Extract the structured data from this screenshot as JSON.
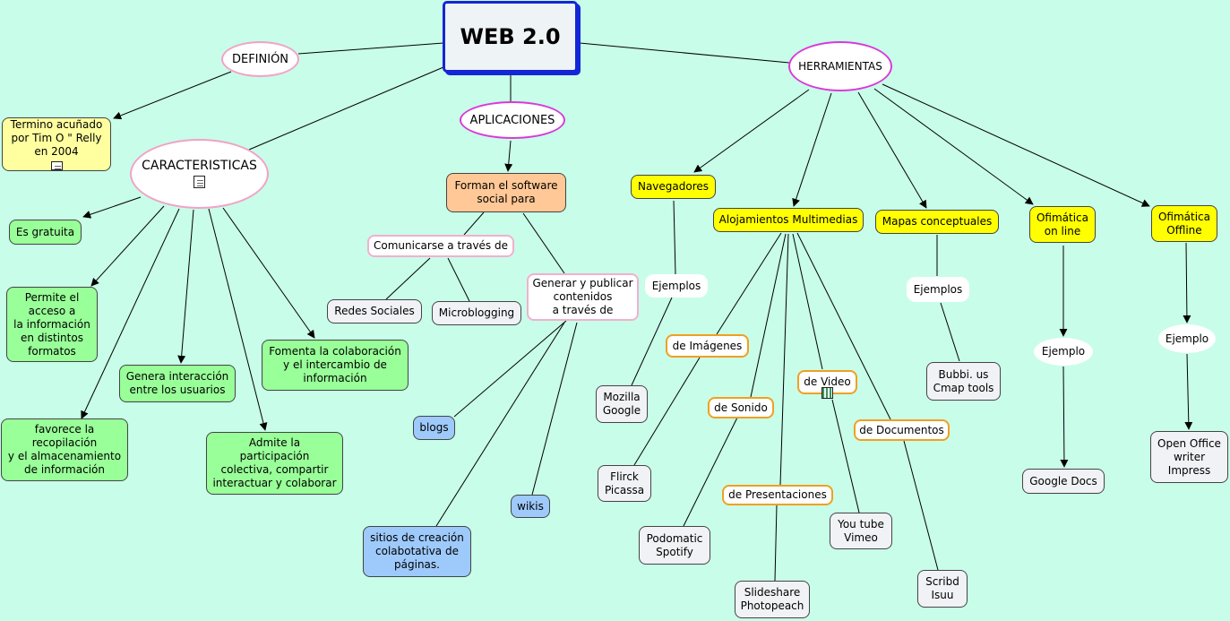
{
  "title": "WEB 2.0",
  "definicion": {
    "label": "DEFINIÓN",
    "text": "Termino acuñado\npor Tim O \" Relly\nen 2004",
    "icon": "document-icon"
  },
  "caracteristicas": {
    "label": "CARACTERISTICAS",
    "icon": "document-icon",
    "items": [
      "Es gratuita",
      "Permite el\nacceso a\nla información\nen distintos\nformatos",
      "favorece la\nrecopilación\ny el almacenamiento\nde información",
      "Genera interacción\nentre los usuarios",
      "Admite la\nparticipación\ncolectiva, compartir\ninteractuar y colaborar",
      "Fomenta la colaboración\ny el intercambio de\ninformación"
    ]
  },
  "aplicaciones": {
    "label": "APLICACIONES",
    "software": "Forman el software\nsocial para",
    "comunicarse": "Comunicarse a través de",
    "redes": "Redes Sociales",
    "microblogging": "Microblogging",
    "generar": "Generar y publicar\ncontenidos\na través de",
    "blogs": "blogs",
    "wikis": "wikis",
    "sitios": "sitios de creación\ncolabotativa de\npáginas."
  },
  "herramientas": {
    "label": "HERRAMIENTAS",
    "navegadores": "Navegadores",
    "nav_ejemplos": "Ejemplos",
    "nav_examples": "Mozilla\nGoogle",
    "multimedia": "Alojamientos Multimedias",
    "imagenes": "de Imágenes",
    "imagenes_ex": "Flirck\nPicassa",
    "sonido": "de Sonido",
    "sonido_ex": "Podomatic\nSpotify",
    "presentaciones": "de Presentaciones",
    "presentaciones_ex": "Slideshare\nPhotopeach",
    "video": "de Video",
    "video_icon": "film-icon",
    "video_ex": "You tube\nVimeo",
    "documentos": "de Documentos",
    "documentos_ex": "Scribd\nIsuu",
    "mapas": "Mapas conceptuales",
    "mapas_ejemplos": "Ejemplos",
    "mapas_ex": "Bubbi. us\nCmap tools",
    "online": "Ofimática\non line",
    "online_ejemplo": "Ejemplo",
    "online_ex": "Google Docs",
    "offline": "Ofimática\nOffline",
    "offline_ejemplo": "Ejemplo",
    "offline_ex": "Open Office\nwriter\nImpress"
  }
}
